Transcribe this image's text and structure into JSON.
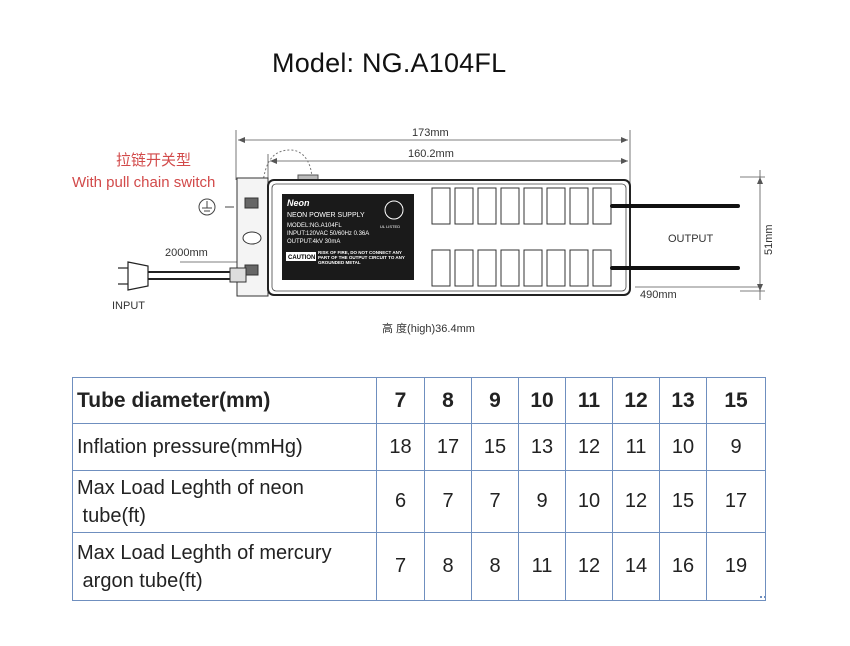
{
  "title": "Model: NG.A104FL",
  "drawing": {
    "switch_label_cn": "拉链开关型",
    "switch_label_en": "With pull chain switch",
    "dim_overall": "173mm",
    "dim_body": "160.2mm",
    "dim_input_cable": "2000mm",
    "dim_output_cable": "490mm",
    "dim_height_side": "51mm",
    "label_input": "INPUT",
    "label_output": "OUTPUT",
    "height_note": "高 度(high)36.4mm",
    "plate": {
      "brand": "Neon",
      "heading": "NEON POWER SUPPLY",
      "line1": "MODEL:NG.A104FL",
      "line2": "INPUT:120VAC 50/60Hz 0.36A",
      "line3": "OUTPUT:4kV 30mA",
      "caution": "CAUTION",
      "caution_text": "RISK OF FIRE, DO NOT CONNECT ANY PART OF THE OUTPUT CIRCUIT TO ANY GROUNDED METAL",
      "ul_text": "UL LISTED"
    }
  },
  "table": {
    "header_label": "Tube diameter(mm)",
    "diameters": [
      "7",
      "8",
      "9",
      "10",
      "11",
      "12",
      "13",
      "15"
    ],
    "rows": [
      {
        "label_lines": [
          "Inflation pressure(mmHg)"
        ],
        "values": [
          "18",
          "17",
          "15",
          "13",
          "12",
          "11",
          "10",
          "9"
        ]
      },
      {
        "label_lines": [
          "Max Load Leghth of neon",
          " tube(ft)"
        ],
        "values": [
          "6",
          "7",
          "7",
          "9",
          "10",
          "12",
          "15",
          "17"
        ]
      },
      {
        "label_lines": [
          "Max Load Leghth of mercury",
          " argon tube(ft)"
        ],
        "values": [
          "7",
          "8",
          "8",
          "11",
          "12",
          "14",
          "16",
          "19"
        ]
      }
    ]
  },
  "colors": {
    "table_border": "#6f8fbf",
    "red_label": "#d24a4a",
    "plate_bg": "#1a1a1a"
  }
}
